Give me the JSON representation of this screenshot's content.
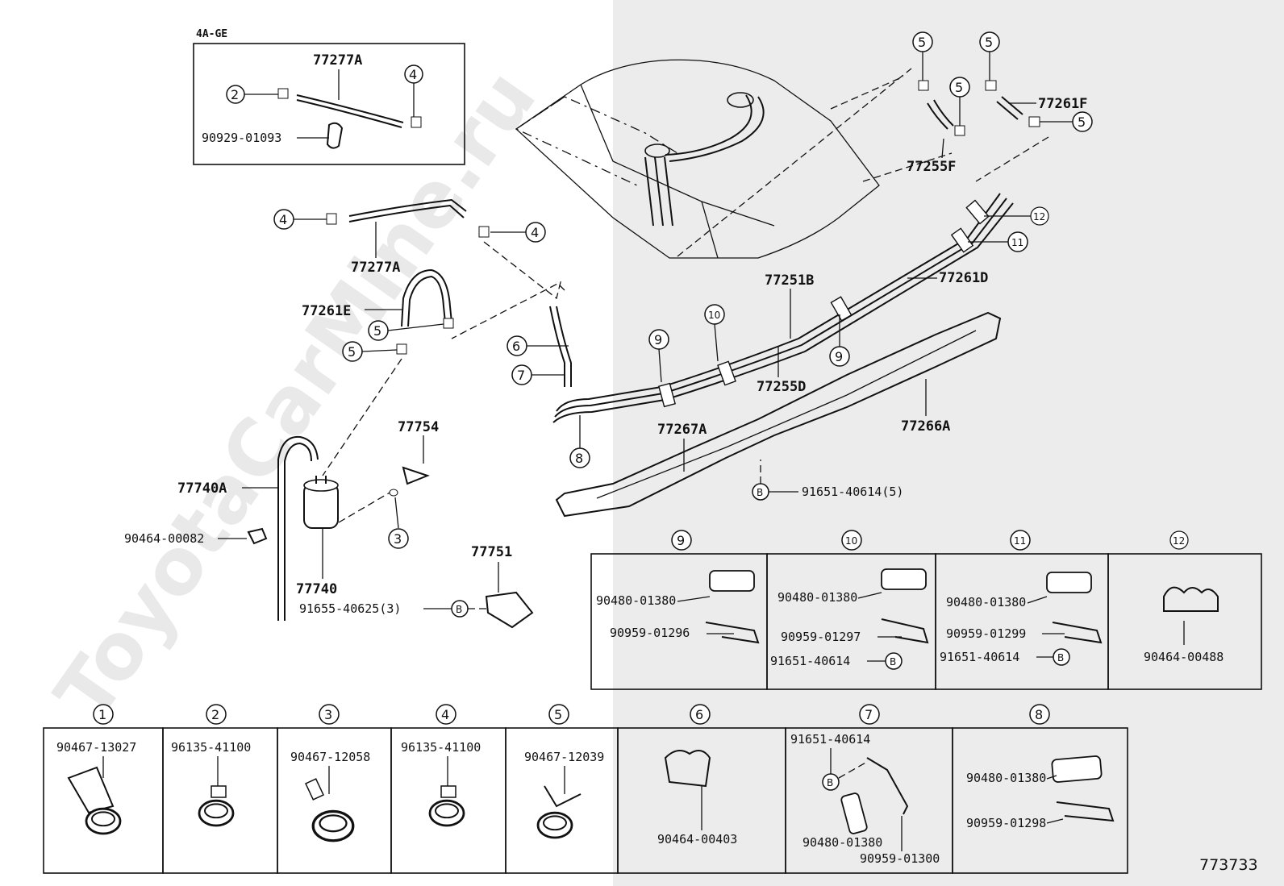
{
  "watermark": "ToyotaCarMine.ru",
  "diagram_ref": "773733",
  "engine_box": {
    "label": "4A-GE",
    "hose_part": "77277A",
    "clamp_part": "90929-01093",
    "callout_2": "2",
    "callout_4": "4"
  },
  "main": {
    "hose_77277A": "77277A",
    "hose_77261E": "77261E",
    "hose_77740A": "77740A",
    "canister": "77740",
    "hose_77754": "77754",
    "bracket_77751": "77751",
    "bolt_77751": "91655-40625(3)",
    "clip_90464_00082": "90464-00082",
    "pipe_77251B": "77251B",
    "pipe_77255D": "77255D",
    "pipe_77261D": "77261D",
    "hose_77255F": "77255F",
    "hose_77261F": "77261F",
    "protector_77267A": "77267A",
    "protector_77266A": "77266A",
    "bolt_91651": "91651-40614(5)",
    "c4": "4",
    "c5": "5",
    "c3": "3",
    "c6": "6",
    "c7": "7",
    "c8": "8",
    "c9": "9",
    "c10": "10",
    "c11": "11",
    "c12": "12",
    "cB": "B"
  },
  "mid_panels": [
    {
      "num": "9",
      "parts": [
        "90480-01380",
        "90959-01296"
      ]
    },
    {
      "num": "10",
      "parts": [
        "90480-01380",
        "90959-01297",
        "91651-40614"
      ]
    },
    {
      "num": "11",
      "parts": [
        "90480-01380",
        "90959-01299",
        "91651-40614"
      ]
    },
    {
      "num": "12",
      "parts": [
        "90464-00488"
      ]
    }
  ],
  "bottom_panels": [
    {
      "num": "1",
      "parts": [
        "90467-13027"
      ]
    },
    {
      "num": "2",
      "parts": [
        "96135-41100"
      ]
    },
    {
      "num": "3",
      "parts": [
        "90467-12058"
      ]
    },
    {
      "num": "4",
      "parts": [
        "96135-41100"
      ]
    },
    {
      "num": "5",
      "parts": [
        "90467-12039"
      ]
    },
    {
      "num": "6",
      "parts": [
        "90464-00403"
      ]
    },
    {
      "num": "7",
      "parts": [
        "91651-40614",
        "90480-01380",
        "90959-01300"
      ]
    },
    {
      "num": "8",
      "parts": [
        "90480-01380",
        "90959-01298"
      ]
    }
  ]
}
